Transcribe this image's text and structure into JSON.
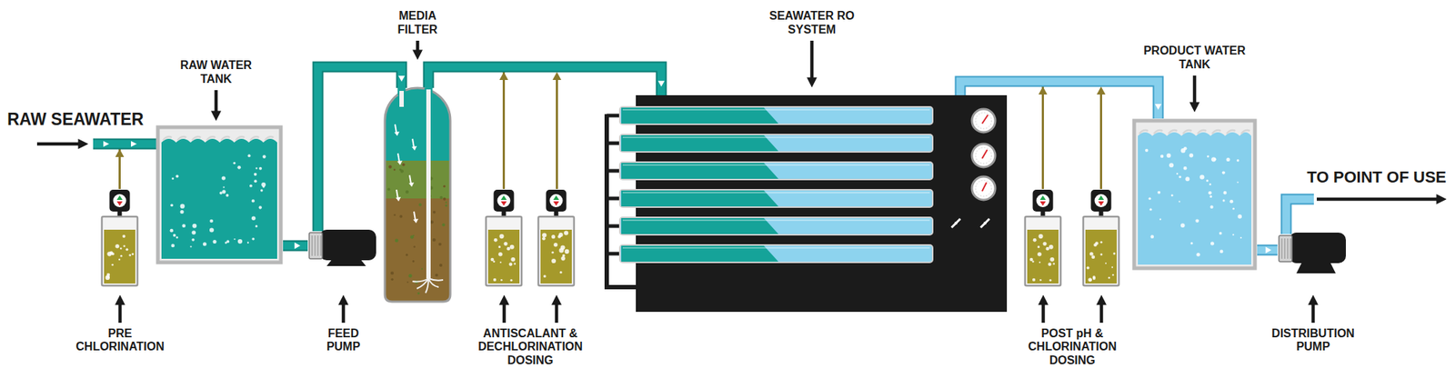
{
  "diagram": {
    "nodes": [
      {
        "text": [
          "RAW WATER TANK"
        ]
      },
      {
        "text": [
          "PRE CHLORINATION"
        ]
      },
      {
        "text": [
          "FEED PUMP"
        ]
      },
      {
        "text": [
          "MEDIA FILTER"
        ]
      },
      {
        "text": [
          "ANTISCALANT & DECHLORINATION DOSING"
        ]
      },
      {
        "text": [
          "SEAWATER RO SYSTEM"
        ]
      },
      {
        "text": [
          "POST pH & CHLORINATION DOSING"
        ]
      },
      {
        "text": [
          "PRODUCT WATER TANK"
        ]
      },
      {
        "text": [
          "DISTRIBUTION PUMP"
        ]
      }
    ],
    "edges": [
      {
        "from": 1,
        "to": 0,
        "arrow": "to"
      },
      {
        "from": 0,
        "to": 2,
        "arrow": "to"
      },
      {
        "from": 2,
        "to": 3,
        "arrow": "to"
      },
      {
        "from": 3,
        "to": 5,
        "arrow": "to"
      },
      {
        "from": 4,
        "to": 5,
        "arrow": "to"
      },
      {
        "from": 5,
        "to": 7,
        "arrow": "to"
      },
      {
        "from": 6,
        "to": 7,
        "arrow": "to"
      },
      {
        "from": 7,
        "to": 8,
        "arrow": "to"
      }
    ],
    "labels": [
      "RAW SEAWATER",
      "TO POINT OF USE"
    ]
  }
}
